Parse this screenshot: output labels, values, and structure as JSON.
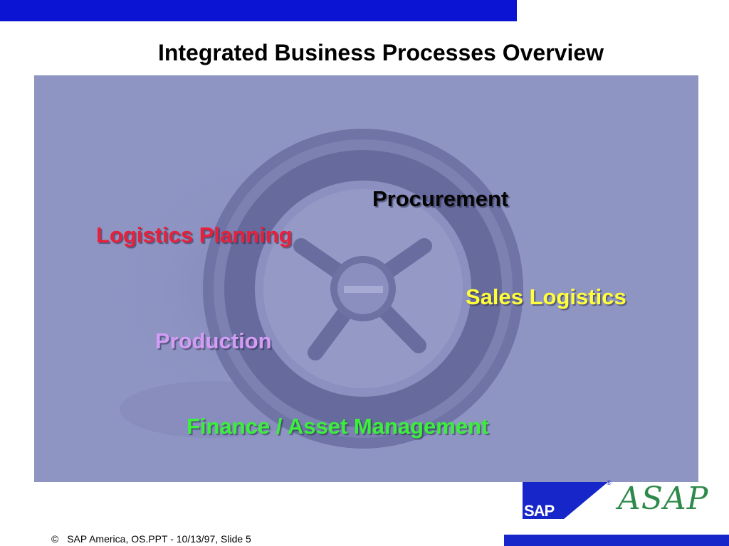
{
  "slide": {
    "title": "Integrated Business Processes Overview"
  },
  "labels": {
    "procurement": "Procurement",
    "logistics_planning": "Logistics Planning",
    "sales_logistics": "Sales Logistics",
    "production": "Production",
    "finance": "Finance / Asset Management"
  },
  "logo": {
    "sap": "SAP",
    "asap": "ASAP",
    "registered": "®"
  },
  "footer": {
    "copyright_symbol": "©",
    "text": "SAP America, OS.PPT - 10/13/97, Slide 5"
  },
  "colors": {
    "top_bar": "#0a14d2",
    "panel_background": "#8f95c3",
    "procurement": "#050505",
    "logistics_planning": "#e8203a",
    "sales_logistics": "#ffff3a",
    "production": "#d49cf5",
    "finance": "#3af03a"
  },
  "icons": {
    "background_graphic": "wheel-icon"
  }
}
